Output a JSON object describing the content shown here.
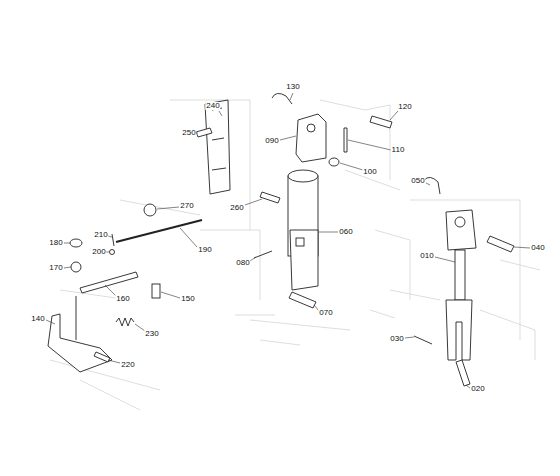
{
  "diagram": {
    "labels": [
      "240",
      "250",
      "130",
      "120",
      "090",
      "110",
      "100",
      "260",
      "060",
      "080",
      "070",
      "050",
      "040",
      "010",
      "030",
      "020",
      "270",
      "210",
      "180",
      "200",
      "190",
      "170",
      "160",
      "150",
      "140",
      "230",
      "220"
    ]
  }
}
